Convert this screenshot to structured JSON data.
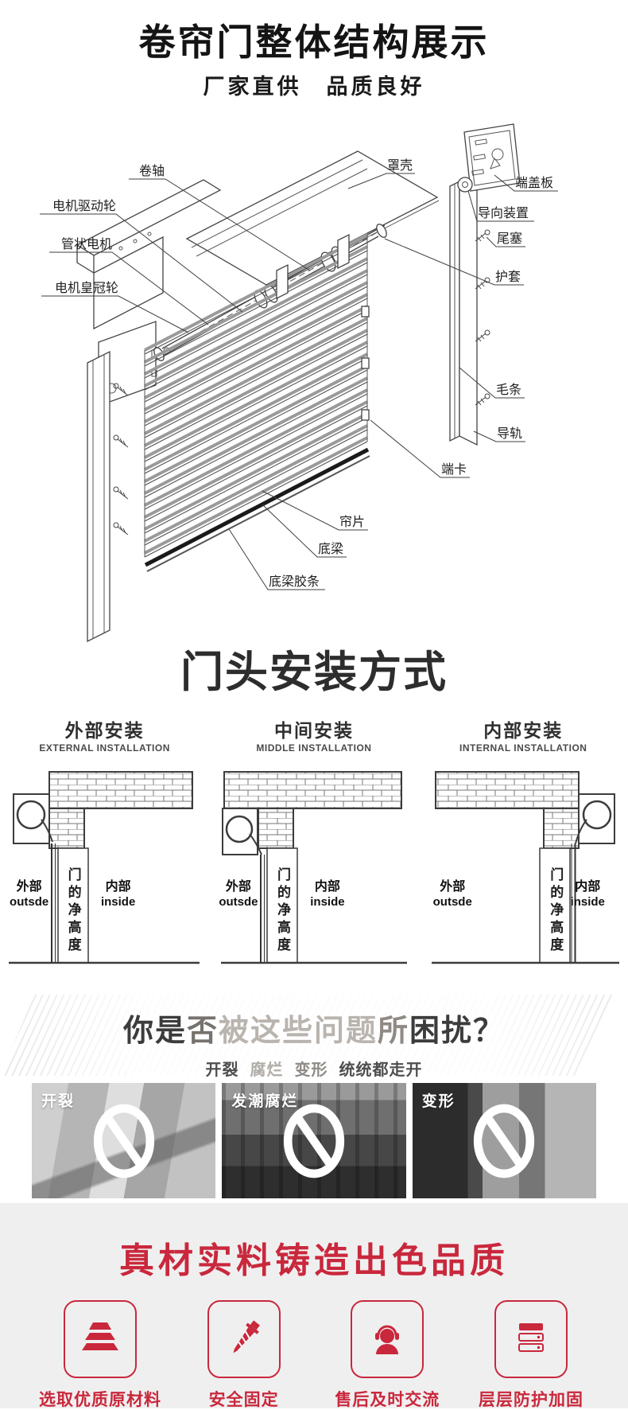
{
  "header": {
    "title": "卷帘门整体结构展示",
    "subtitle": "厂家直供　品质良好"
  },
  "diagram": {
    "labels": {
      "roll_axis": "卷轴",
      "cover_shell": "罩壳",
      "end_cover_plate": "端盖板",
      "motor_drive_wheel": "电机驱动轮",
      "guide_device": "导向装置",
      "tubular_motor": "管状电机",
      "tail_plug": "尾塞",
      "sheath": "护套",
      "motor_crown_wheel": "电机皇冠轮",
      "brush_strip": "毛条",
      "guide_rail": "导轨",
      "end_clip": "端卡",
      "curtain_slat": "帘片",
      "bottom_beam": "底梁",
      "bottom_beam_rubber": "底梁胶条"
    }
  },
  "installation": {
    "title": "门头安装方式",
    "outside_cn": "外部",
    "outside_en": "outsde",
    "inside_cn": "内部",
    "inside_en": "inside",
    "door_height_label": "门的净高度",
    "methods": [
      {
        "name": "外部安装",
        "name_en": "EXTERNAL INSTALLATION"
      },
      {
        "name": "中间安装",
        "name_en": "MIDDLE INSTALLATION"
      },
      {
        "name": "内部安装",
        "name_en": "INTERNAL INSTALLATION"
      }
    ]
  },
  "problems": {
    "title_parts": [
      {
        "text": "你是",
        "style": "color:#3c3c3c"
      },
      {
        "text": "否",
        "style": "color:#77726d"
      },
      {
        "text": "被这些问题",
        "style": "color:#b9b4ae"
      },
      {
        "text": "所",
        "style": "color:#8f8a84"
      },
      {
        "text": "困扰？",
        "style": "color:#3c3c3c"
      }
    ],
    "subtitle_parts": [
      {
        "text": "开裂",
        "style": "color:#4e4e4e"
      },
      {
        "text": "腐烂",
        "style": "color:#b0aca7"
      },
      {
        "text": "变形",
        "style": "color:#8e8a86"
      },
      {
        "text": "统统都走开",
        "style": "color:#4e4e4e"
      }
    ],
    "photos": [
      {
        "label": "开裂"
      },
      {
        "label": "发潮腐烂"
      },
      {
        "label": "变形"
      }
    ]
  },
  "quality": {
    "title": "真材实料铸造出色品质",
    "accent_color": "#c9283c",
    "features": [
      {
        "icon": "slat-stack-icon",
        "label": "选取优质原材料"
      },
      {
        "icon": "screw-icon",
        "label": "安全固定"
      },
      {
        "icon": "customer-service-icon",
        "label": "售后及时交流"
      },
      {
        "icon": "shield-layers-icon",
        "label": "层层防护加固"
      }
    ]
  }
}
